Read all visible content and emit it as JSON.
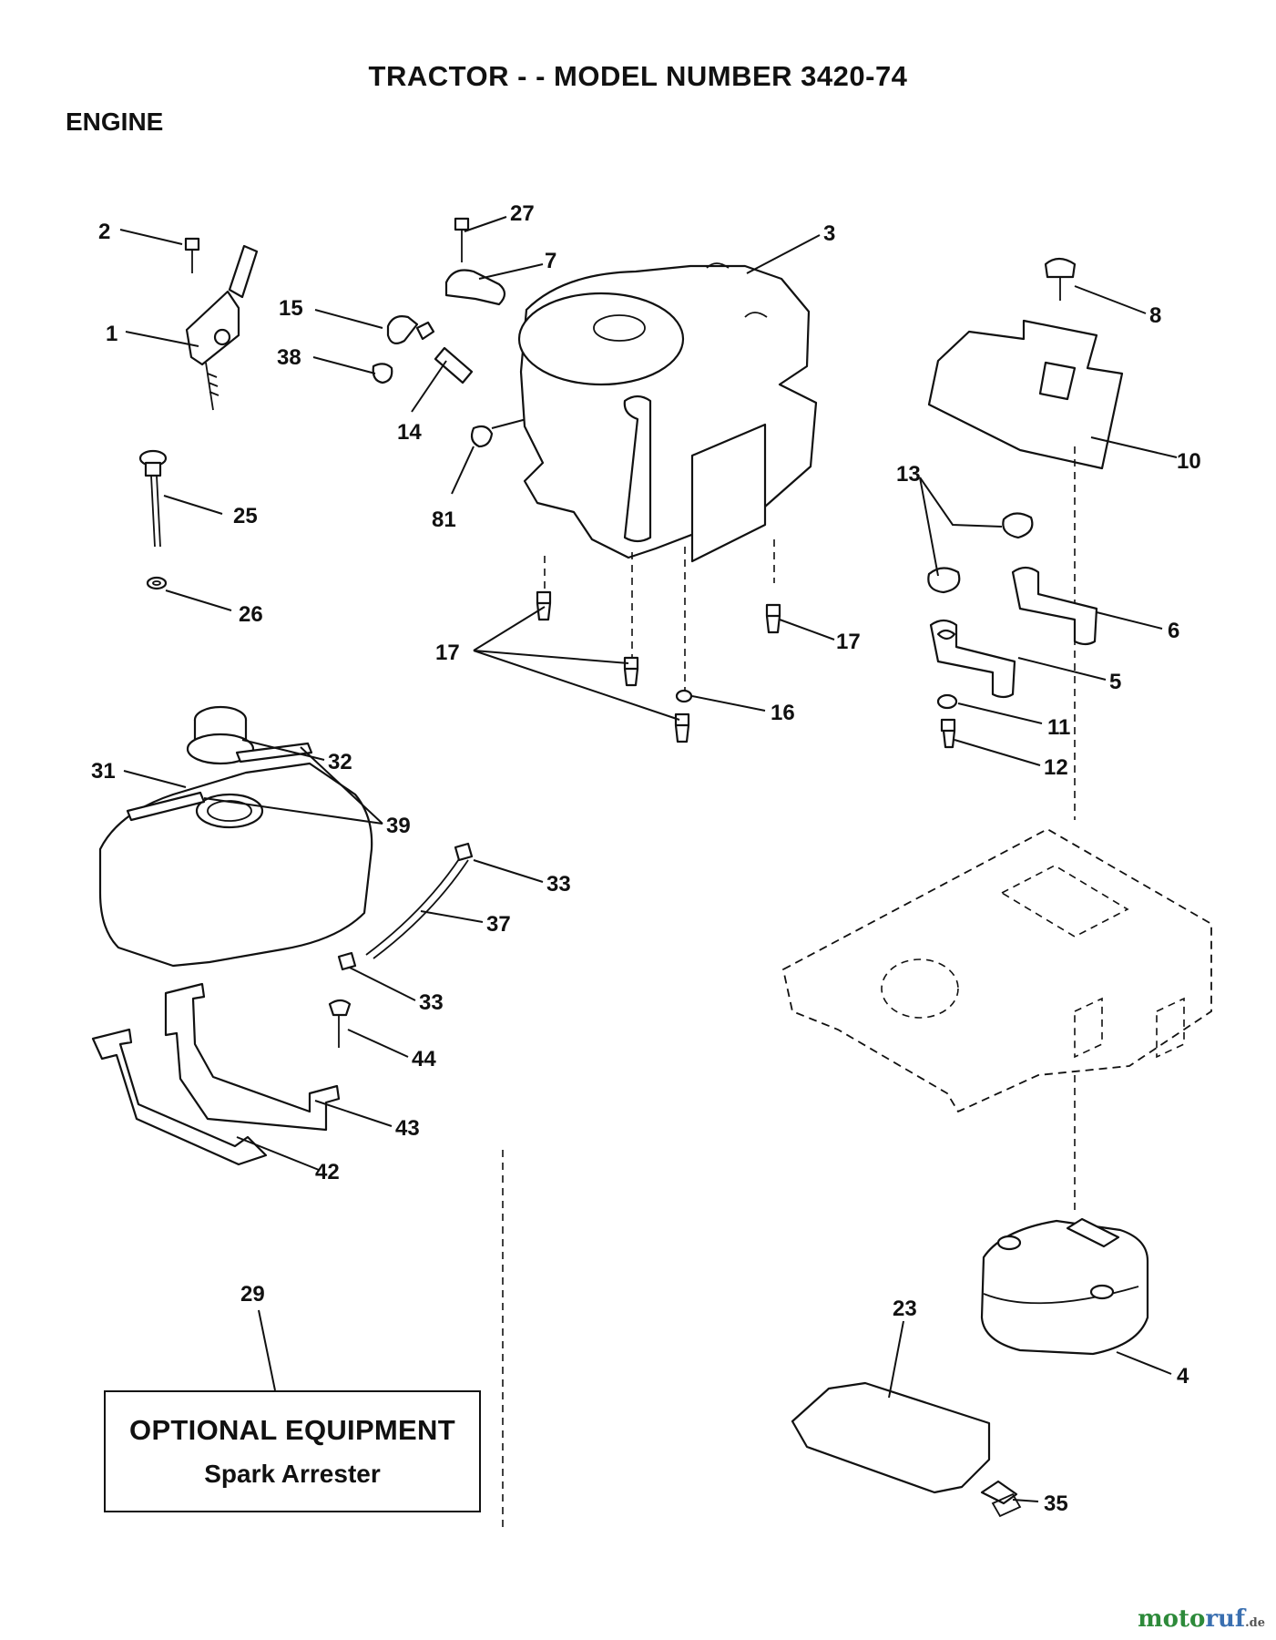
{
  "title": "TRACTOR - - MODEL NUMBER 3420-74",
  "section": "ENGINE",
  "optional_box": {
    "heading": "OPTIONAL EQUIPMENT",
    "item": "Spark Arrester"
  },
  "watermark": {
    "brand_a": "moto",
    "brand_b": "ruf",
    "suffix": ".de"
  },
  "callouts": {
    "c1": "1",
    "c2": "2",
    "c3": "3",
    "c4": "4",
    "c5": "5",
    "c6": "6",
    "c7": "7",
    "c8": "8",
    "c10": "10",
    "c11": "11",
    "c12": "12",
    "c13": "13",
    "c14": "14",
    "c15": "15",
    "c16": "16",
    "c17a": "17",
    "c17b": "17",
    "c23": "23",
    "c25": "25",
    "c26": "26",
    "c27": "27",
    "c29": "29",
    "c31": "31",
    "c32": "32",
    "c33a": "33",
    "c33b": "33",
    "c35": "35",
    "c37": "37",
    "c38": "38",
    "c39": "39",
    "c42": "42",
    "c43": "43",
    "c44": "44",
    "c81": "81"
  }
}
